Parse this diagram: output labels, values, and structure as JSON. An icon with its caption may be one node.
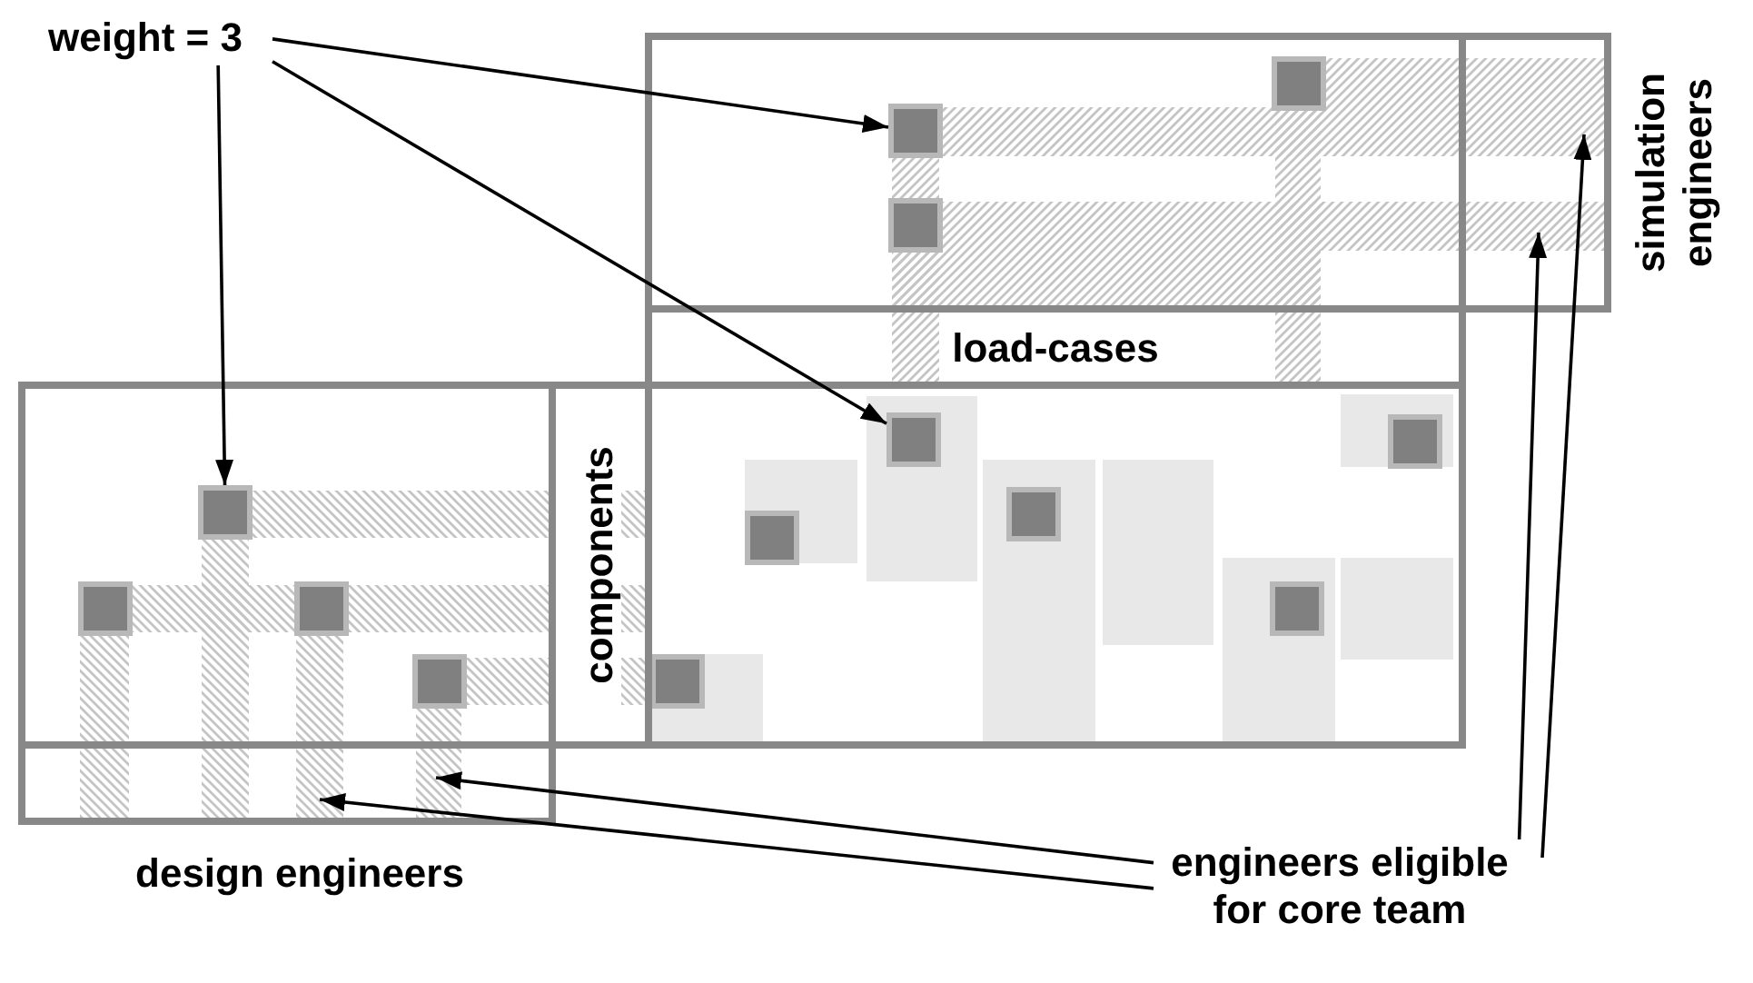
{
  "diagram": {
    "nodes": [
      {
        "text": [
          "weight = 3"
        ]
      },
      {
        "text": [],
        "shape": "box"
      },
      {
        "text": [],
        "shape": "box",
        "in": 1
      },
      {
        "text": [
          "simulation engineers"
        ]
      },
      {
        "text": [
          "load-cases"
        ]
      },
      {
        "text": [],
        "shape": "box"
      },
      {
        "text": [],
        "shape": "box",
        "in": 5
      },
      {
        "text": [
          "components"
        ]
      },
      {
        "text": [],
        "shape": "box"
      },
      {
        "text": [],
        "shape": "box",
        "in": 8
      },
      {
        "text": [
          "design engineers"
        ]
      },
      {
        "text": [
          "engineers eligible for core team"
        ]
      }
    ],
    "edges": [
      {
        "from": 0,
        "to": 2,
        "arrow": "to"
      },
      {
        "from": 0,
        "to": 9,
        "arrow": "to"
      },
      {
        "from": 0,
        "to": 6,
        "arrow": "to"
      },
      {
        "from": 11,
        "to": 10,
        "arrow": "to"
      },
      {
        "from": 11,
        "to": 10,
        "arrow": "to"
      },
      {
        "from": 11,
        "to": 3,
        "arrow": "to"
      },
      {
        "from": 11,
        "to": 3,
        "arrow": "to"
      }
    ]
  }
}
